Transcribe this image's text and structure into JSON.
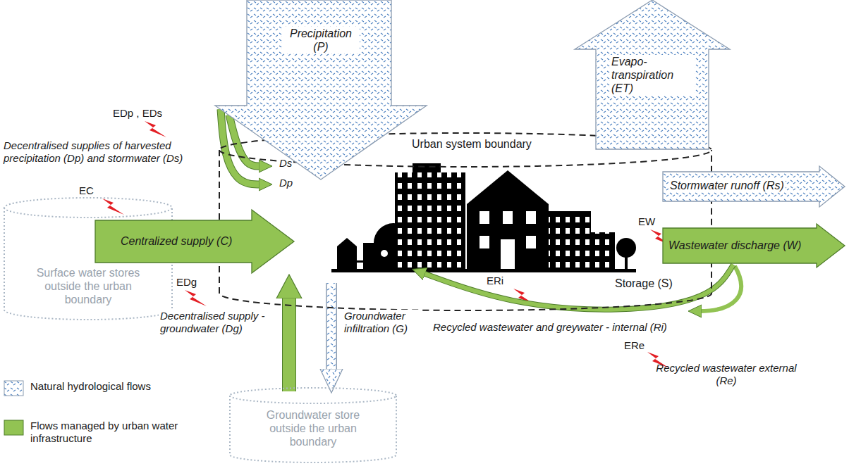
{
  "diagram": {
    "nodes": [
      {
        "text": [
          "Precipitation (P)"
        ]
      },
      {
        "text": [
          "Evapo- transpiration (ET)"
        ]
      },
      {
        "text": [
          "Urban system boundary",
          "Storage (S)"
        ]
      },
      {
        "text": [
          "Stormwater runoff (Rs)"
        ]
      },
      {
        "text": [
          "Centralized supply (C)"
        ]
      },
      {
        "text": [
          "Wastewater discharge (W)"
        ]
      },
      {
        "text": [
          "Surface water stores outside the urban boundary"
        ]
      },
      {
        "text": [
          "Groundwater store outside the urban boundary"
        ]
      }
    ],
    "edges": [
      {
        "from": 0,
        "to": 2,
        "arrow": "to",
        "label": "Ds"
      },
      {
        "from": 0,
        "to": 2,
        "arrow": "to",
        "label": "Dp"
      },
      {
        "from": 7,
        "to": 2,
        "arrow": "to",
        "label": "Decentralised supply - groundwater (Dg)"
      },
      {
        "from": 2,
        "to": 7,
        "arrow": "to",
        "label": "Groundwater infiltration (G)"
      },
      {
        "from": 5,
        "to": 2,
        "arrow": "to",
        "label": "Recycled wastewater and greywater - internal (Ri)"
      }
    ],
    "labels": [
      "EDp , EDs",
      "Decentralised supplies of harvested precipitation (Dp) and stormwater (Ds)",
      "EC",
      "EDg",
      "EW",
      "ERi",
      "ERe",
      "Recycled wastewater external (Re)"
    ],
    "legend": [
      {
        "text": "Natural hydrological flows"
      },
      {
        "text": "Flows managed by urban water infrastructure",
        "color": "#92c353"
      }
    ]
  }
}
